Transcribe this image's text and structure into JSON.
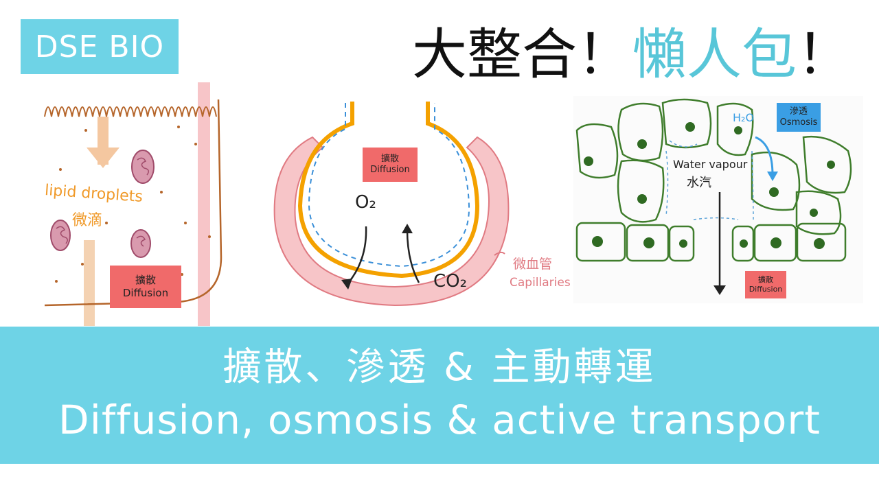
{
  "badge": {
    "text": "DSE BIO"
  },
  "headline": {
    "part1": "大整合！",
    "accent": "懶人包",
    "part2": "！"
  },
  "panel_left": {
    "handwritten_en": "lipid droplets",
    "handwritten_zh": "微滴",
    "box_zh": "擴散",
    "box_en": "Diffusion"
  },
  "panel_middle": {
    "box_zh": "擴散",
    "box_en": "Diffusion",
    "o2_label": "O₂",
    "co2_label": "CO₂",
    "capillaries_zh": "微血管",
    "capillaries_en": "Capillaries"
  },
  "panel_right": {
    "h2o_label": "H₂O",
    "osmosis_zh": "滲透",
    "osmosis_en": "Osmosis",
    "vapour_en": "Water vapour",
    "vapour_zh": "水汽",
    "box_zh": "擴散",
    "box_en": "Diffusion"
  },
  "bottom_band": {
    "line1": "擴散、滲透 & 主動轉運",
    "line2": "Diffusion, osmosis & active transport"
  },
  "colors": {
    "cyan": "#6ed3e6",
    "accent": "#58c6d8",
    "label_red": "#f06a6a",
    "osmosis_blue": "#3a9ee4",
    "capillary_pink": "#f7c5c8",
    "membrane_orange": "#f4a100",
    "cell_green": "#3f7d2c",
    "brown": "#b5652a"
  }
}
